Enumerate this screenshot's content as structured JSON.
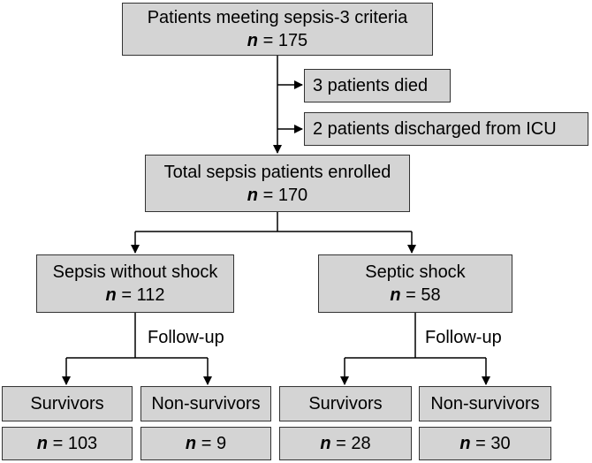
{
  "colors": {
    "box_fill": "#d4d4d4",
    "border": "#333333",
    "line": "#000000"
  },
  "top": {
    "title": "Patients meeting sepsis-3 criteria",
    "n_label": "n",
    "n_value": "= 175"
  },
  "exclusions": [
    {
      "text": "3 patients died"
    },
    {
      "text": "2 patients discharged from ICU"
    }
  ],
  "enrolled": {
    "title": "Total sepsis patients enrolled",
    "n_label": "n",
    "n_value": "= 170"
  },
  "groups": [
    {
      "title": "Sepsis without shock",
      "n_label": "n",
      "n_value": "= 112",
      "follow_up": "Follow-up",
      "outcomes": [
        {
          "label": "Survivors",
          "n_label": "n",
          "n_value": "= 103"
        },
        {
          "label": "Non-survivors",
          "n_label": "n",
          "n_value": "= 9"
        }
      ]
    },
    {
      "title": "Septic shock",
      "n_label": "n",
      "n_value": "= 58",
      "follow_up": "Follow-up",
      "outcomes": [
        {
          "label": "Survivors",
          "n_label": "n",
          "n_value": "= 28"
        },
        {
          "label": "Non-survivors",
          "n_label": "n",
          "n_value": "= 30"
        }
      ]
    }
  ]
}
